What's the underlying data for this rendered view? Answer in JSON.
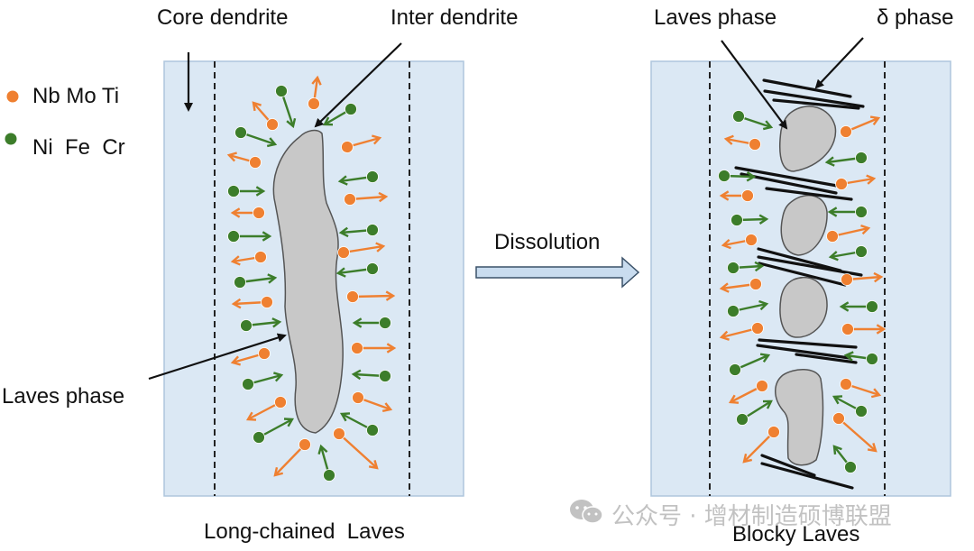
{
  "legend": [
    {
      "label": "Nb Mo Ti",
      "color": "#ef8031"
    },
    {
      "label": "Ni  Fe  Cr",
      "color": "#3c7d2a"
    }
  ],
  "colors": {
    "region_fill": "#dbe8f4",
    "region_stroke": "#aec6dd",
    "laves_fill": "#c8c8c8",
    "laves_stroke": "#555555",
    "outward_element": "#ef8031",
    "inward_element": "#3c7d2a",
    "arrow_fill": "#c9dcef",
    "arrow_stroke": "#3a5168"
  },
  "left_panel": {
    "label_core": "Core dendrite",
    "label_inter": "Inter dendrite",
    "label_laves": "Laves phase",
    "caption": "Long-chained  Laves"
  },
  "right_panel": {
    "label_laves": "Laves phase",
    "label_delta": "δ phase",
    "caption": "Blocky Laves"
  },
  "process": {
    "label": "Dissolution"
  },
  "watermark": {
    "text": "公众号 · 增材制造硕博联盟",
    "icon": "wechat-icon"
  }
}
